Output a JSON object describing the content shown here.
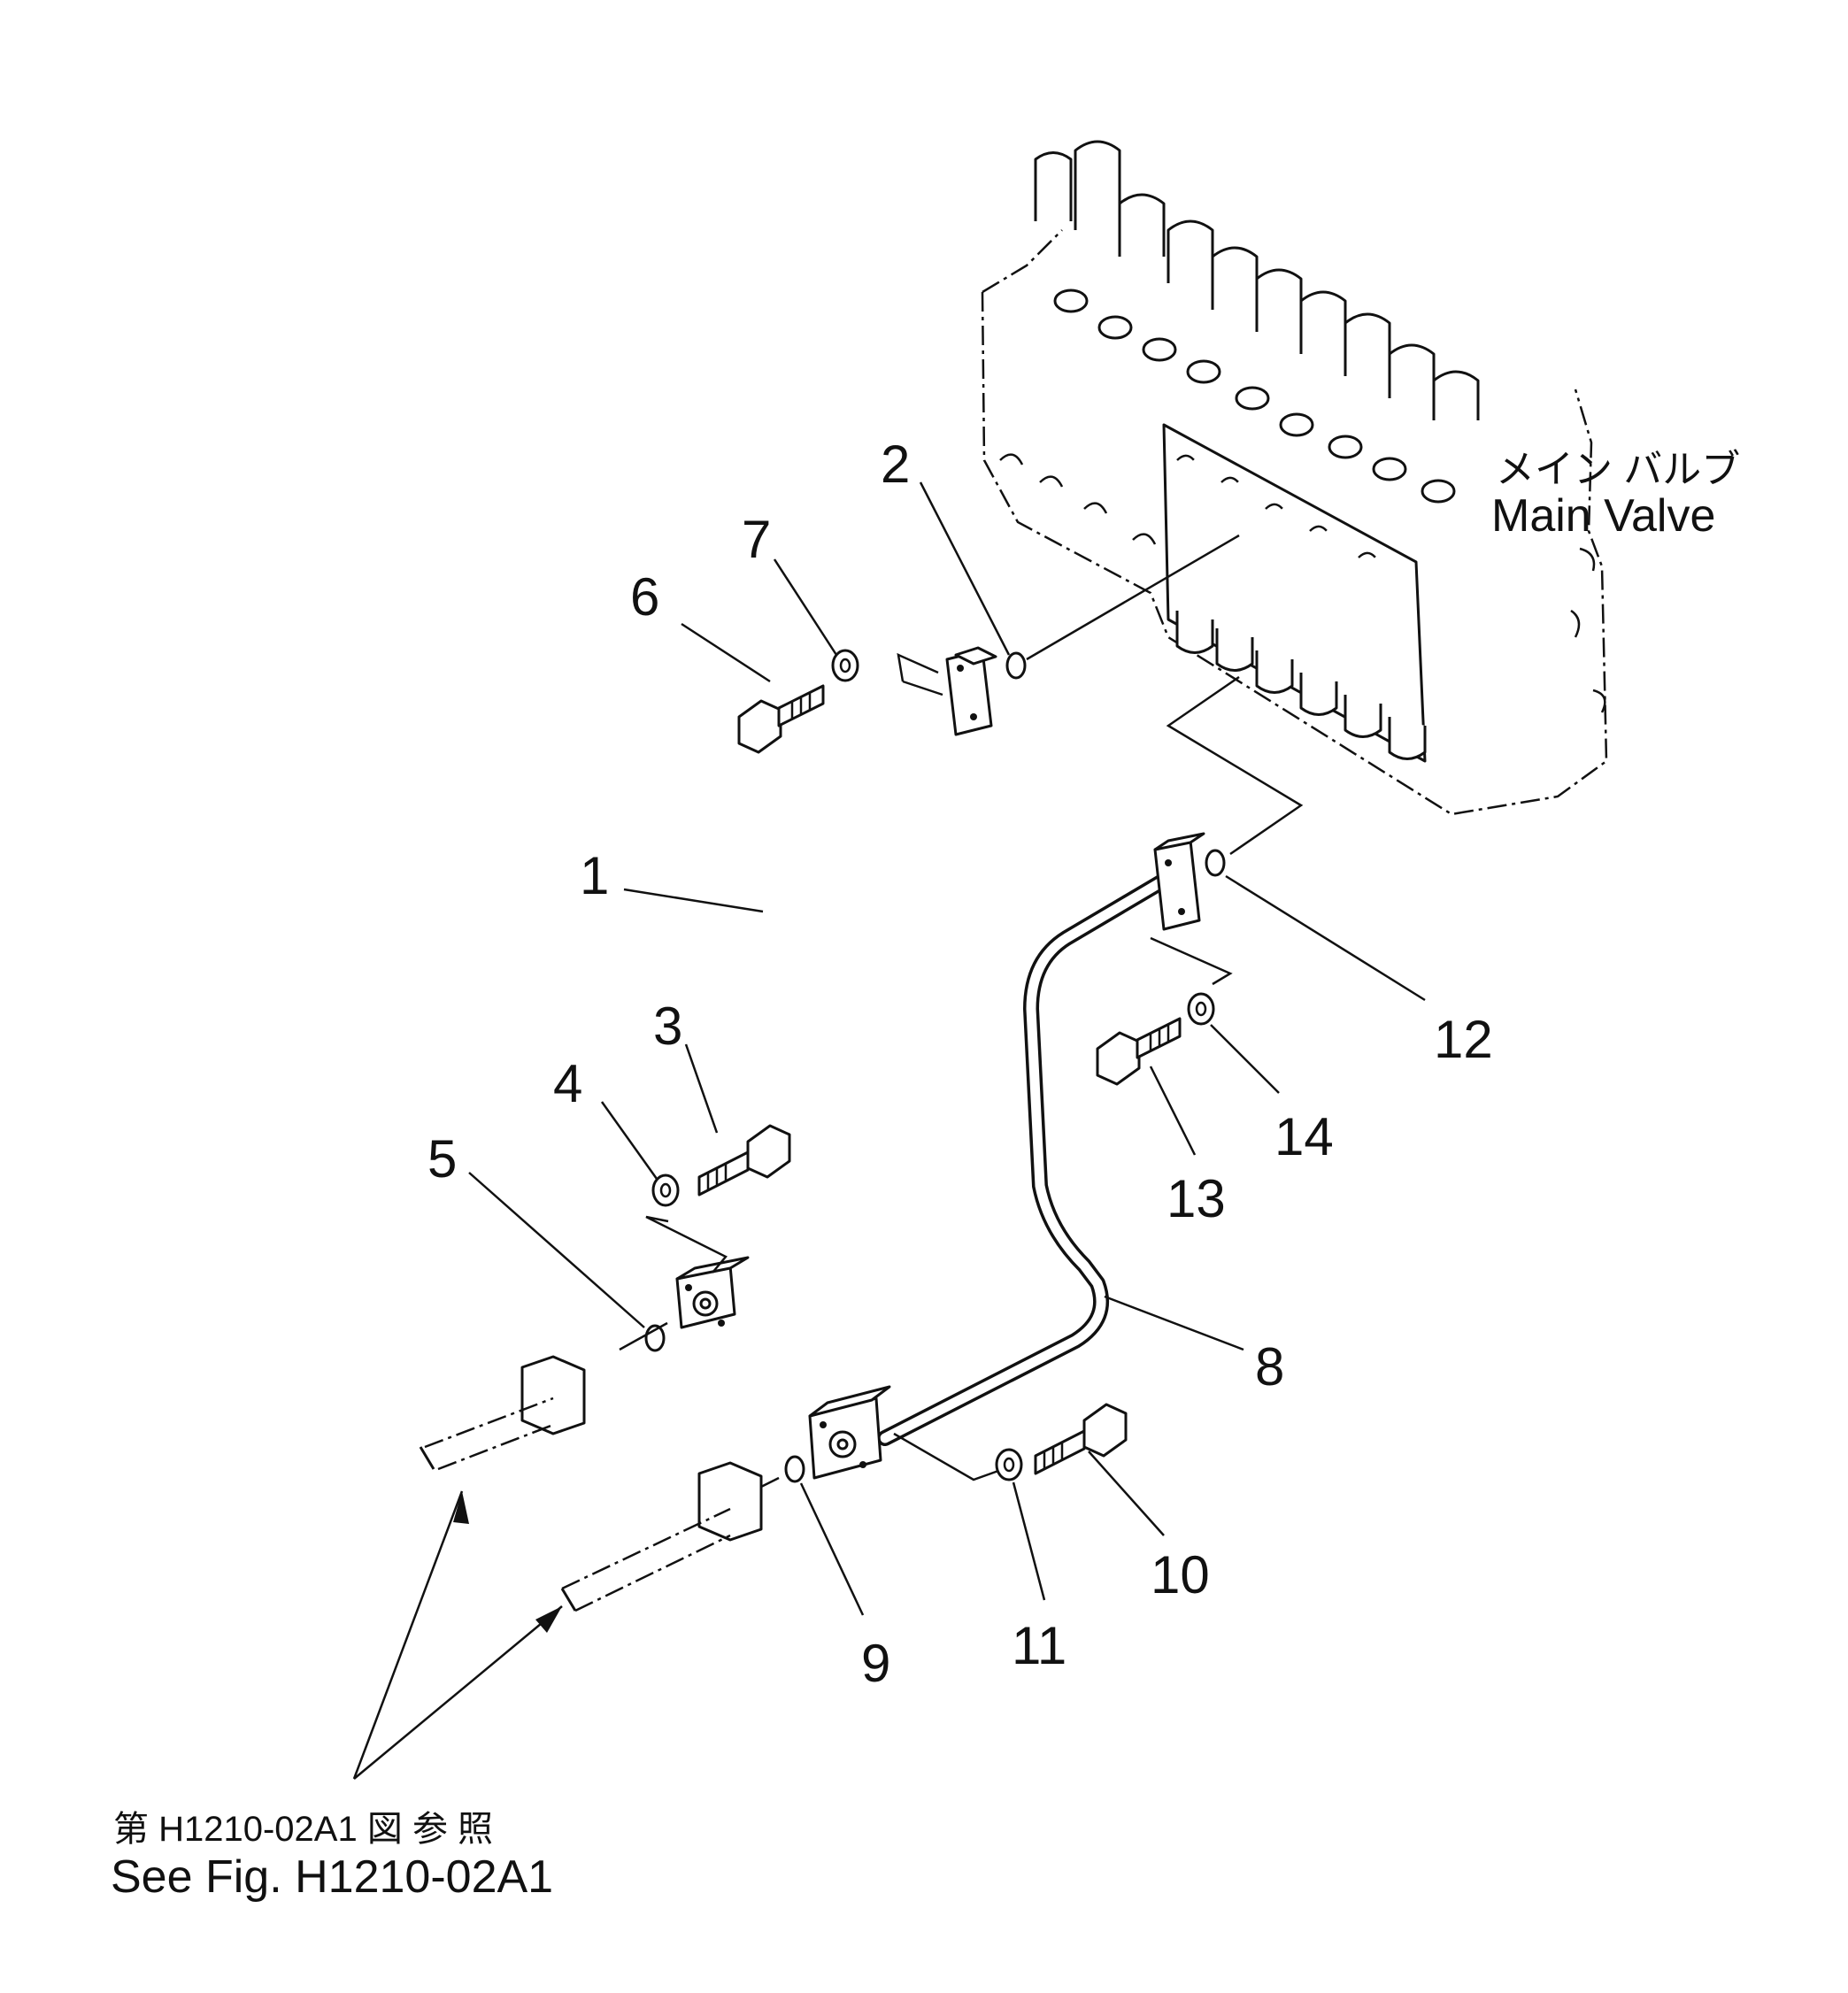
{
  "labels": {
    "main_valve_jp": "メイン バルブ",
    "main_valve_en": "Main Valve",
    "see_fig_jp": "第 H1210-02A1 図 参 照",
    "see_fig_en": "See Fig. H1210-02A1"
  },
  "part_numbers": [
    "1",
    "2",
    "3",
    "4",
    "5",
    "6",
    "7",
    "8",
    "9",
    "10",
    "11",
    "12",
    "13",
    "14"
  ]
}
